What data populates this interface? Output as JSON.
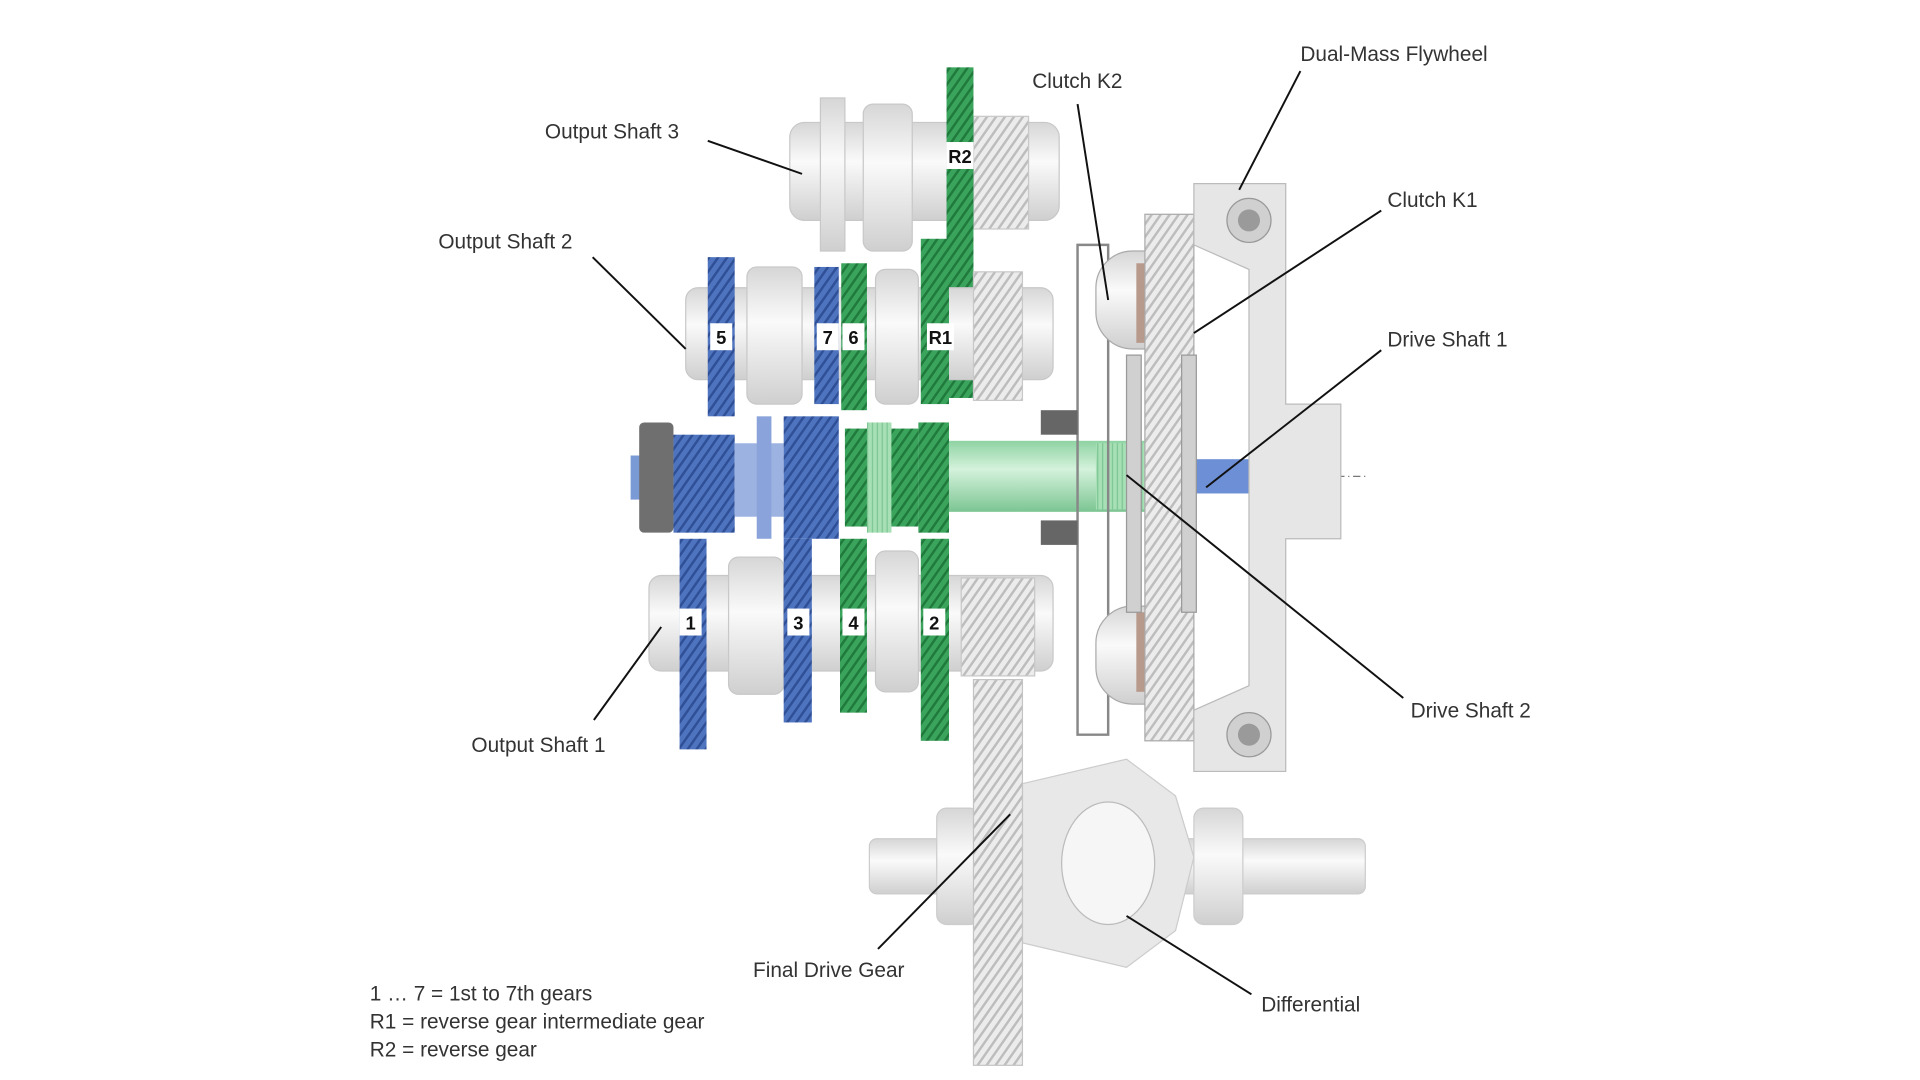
{
  "labels": {
    "output_shaft_3": "Output Shaft 3",
    "output_shaft_2": "Output Shaft 2",
    "output_shaft_1": "Output Shaft 1",
    "clutch_k2": "Clutch K2",
    "clutch_k1": "Clutch K1",
    "dual_mass_flywheel": "Dual-Mass Flywheel",
    "drive_shaft_1": "Drive Shaft 1",
    "drive_shaft_2": "Drive Shaft 2",
    "final_drive_gear": "Final Drive Gear",
    "differential": "Differential"
  },
  "gear_markers": {
    "g1": "1",
    "g2": "2",
    "g3": "3",
    "g4": "4",
    "g5": "5",
    "g6": "6",
    "g7": "7",
    "r1": "R1",
    "r2": "R2"
  },
  "legend": [
    "1 … 7 = 1st to 7th gears",
    "R1 = reverse gear intermediate gear",
    "R2 = reverse gear"
  ],
  "colors": {
    "odd_gears": "#4f74bf",
    "even_gears": "#3aa35c",
    "drive_shaft": "#a8e0b6",
    "housing": "#e2e2e2"
  }
}
